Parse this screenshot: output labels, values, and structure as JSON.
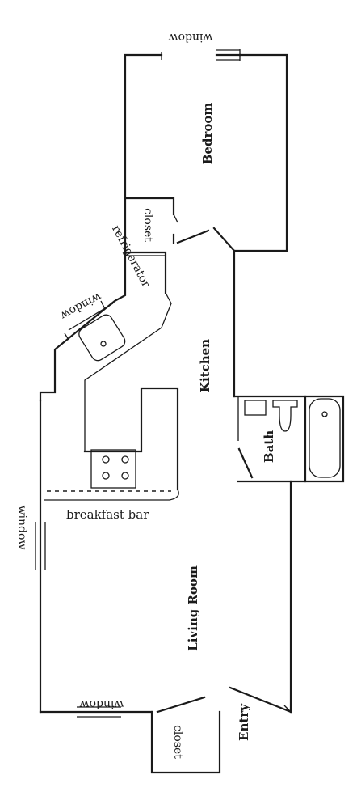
{
  "labels": {
    "window_top": "window",
    "bedroom": "Bedroom",
    "closet_upper": "closet",
    "refrigerator": "refrigerator",
    "window_kitchen": "window",
    "kitchen": "Kitchen",
    "bath": "Bath",
    "breakfast_bar": "breakfast bar",
    "window_left": "window",
    "living_room": "Living Room",
    "window_bottom": "window",
    "closet_lower": "closet",
    "entry": "Entry"
  }
}
